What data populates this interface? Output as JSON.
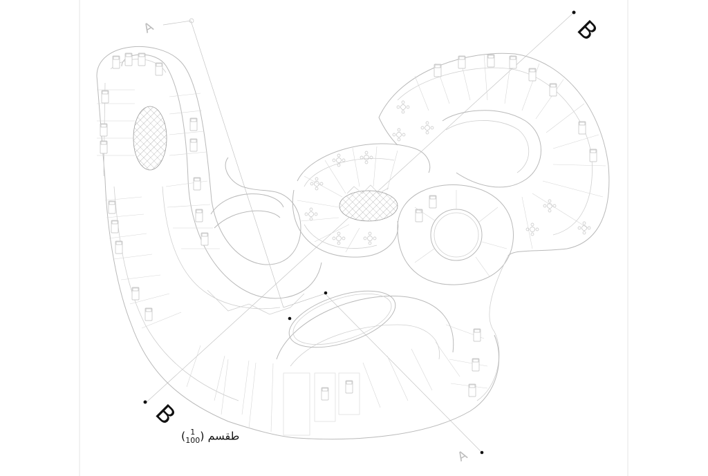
{
  "drawing": {
    "section_marks": [
      {
        "id": "b-top",
        "letter": "B"
      },
      {
        "id": "b-bottom",
        "letter": "B"
      }
    ],
    "axis_marks": [
      {
        "id": "a-top",
        "letter": "A"
      },
      {
        "id": "a-bottom",
        "letter": "A"
      }
    ],
    "plan_label": {
      "text": "طقسم",
      "scale_numerator": "1",
      "scale_denominator": "100"
    }
  },
  "colors": {
    "line": "#b9b9b9",
    "hatch": "#9a9a9a",
    "ink": "#111111",
    "background": "#ffffff"
  }
}
